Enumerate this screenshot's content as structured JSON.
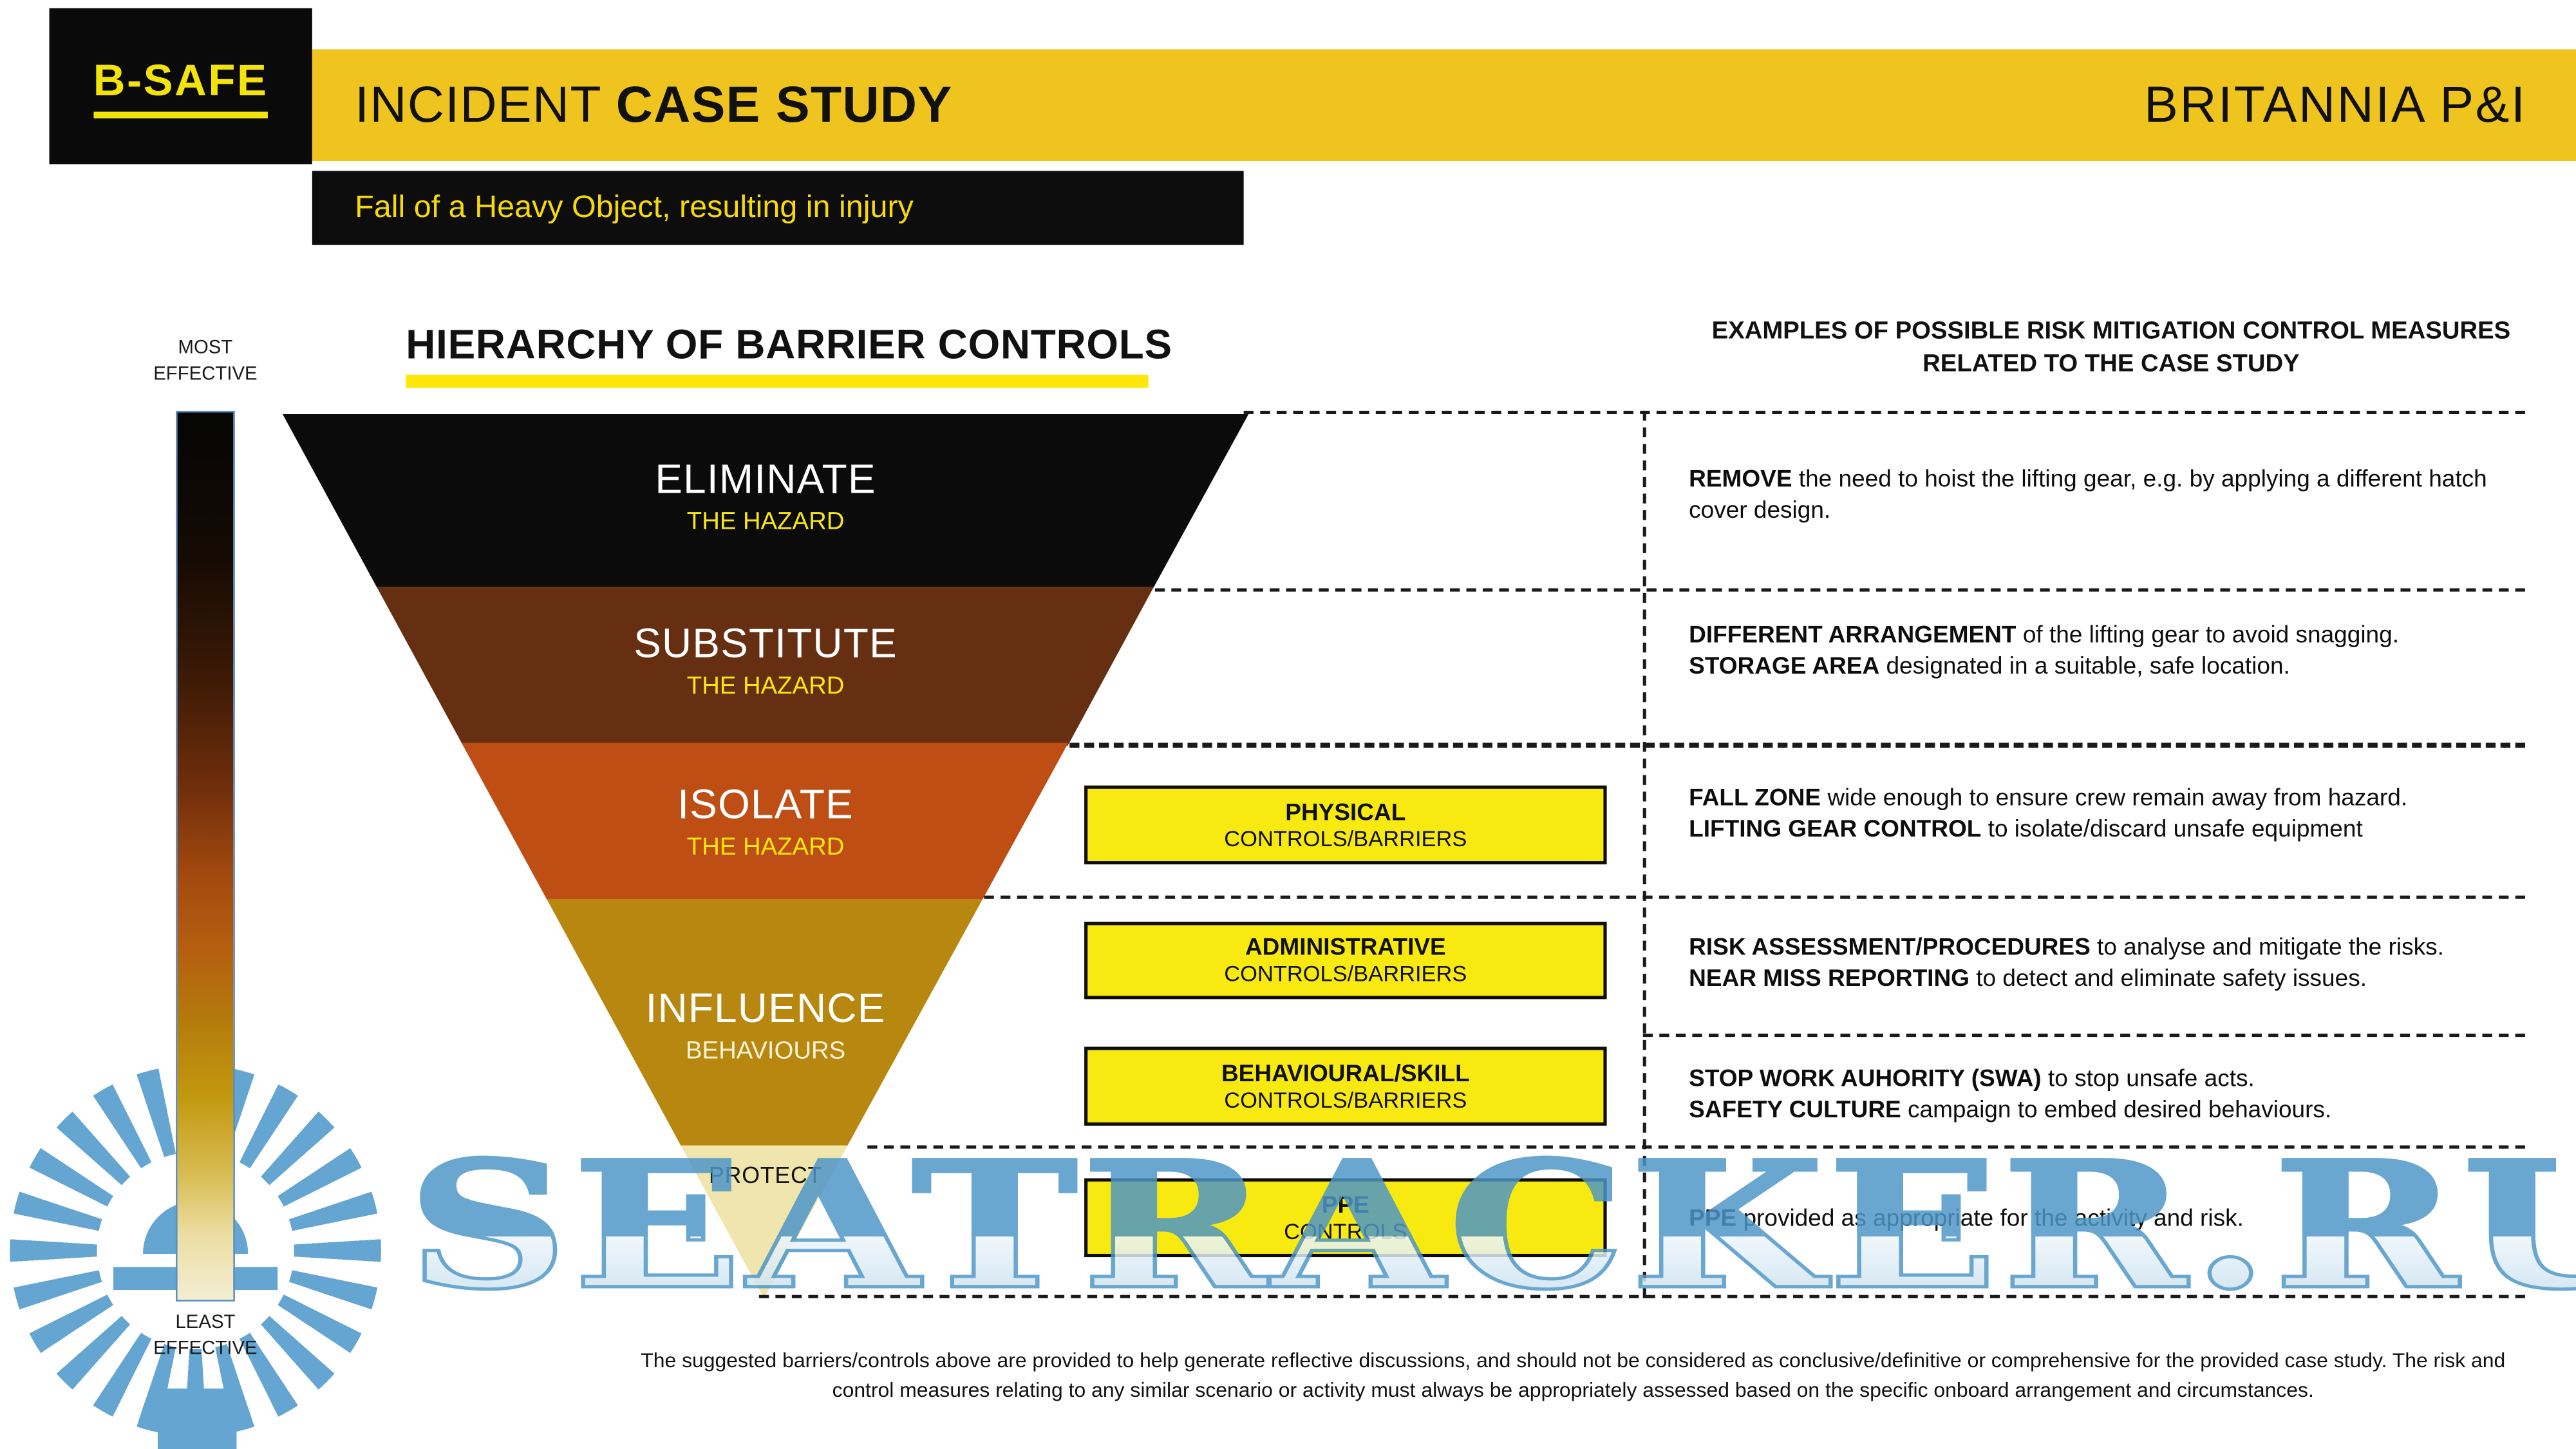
{
  "header": {
    "logo": "B-SAFE",
    "title_regular": "INCIDENT ",
    "title_bold": "CASE STUDY",
    "brand": "BRITANNIA P&I",
    "subtitle": "Fall of a Heavy Object, resulting in injury"
  },
  "scale_labels": {
    "most_line1": "MOST",
    "most_line2": "EFFECTIVE",
    "least_line1": "LEAST",
    "least_line2": "EFFECTIVE"
  },
  "pyramid": {
    "title": "HIERARCHY OF BARRIER CONTROLS",
    "levels": [
      {
        "name": "ELIMINATE",
        "sub": "THE HAZARD"
      },
      {
        "name": "SUBSTITUTE",
        "sub": "THE HAZARD"
      },
      {
        "name": "ISOLATE",
        "sub": "THE HAZARD"
      },
      {
        "name": "INFLUENCE",
        "sub": "BEHAVIOURS"
      },
      {
        "name": "PROTECT",
        "sub": ""
      }
    ]
  },
  "controls": [
    {
      "line1": "PHYSICAL",
      "line2": "CONTROLS/BARRIERS"
    },
    {
      "line1": "ADMINISTRATIVE",
      "line2": "CONTROLS/BARRIERS"
    },
    {
      "line1": "BEHAVIOURAL/SKILL",
      "line2": "CONTROLS/BARRIERS"
    },
    {
      "line1": "PPE",
      "line2": "CONTROLS"
    }
  ],
  "examples_heading": "EXAMPLES OF POSSIBLE RISK MITIGATION CONTROL MEASURES RELATED TO THE CASE STUDY",
  "examples": [
    {
      "lines": [
        {
          "bold": "REMOVE",
          "text": " the need to hoist the lifting gear, e.g. by applying a different hatch cover design."
        }
      ]
    },
    {
      "lines": [
        {
          "bold": "DIFFERENT ARRANGEMENT",
          "text": " of the lifting gear to avoid snagging."
        },
        {
          "bold": "STORAGE AREA",
          "text": " designated in a suitable, safe location."
        }
      ]
    },
    {
      "lines": [
        {
          "bold": "FALL ZONE",
          "text": " wide enough to ensure crew remain away from hazard."
        },
        {
          "bold": "LIFTING GEAR CONTROL",
          "text": " to isolate/discard unsafe equipment"
        }
      ]
    },
    {
      "lines": [
        {
          "bold": "RISK ASSESSMENT/PROCEDURES",
          "text": " to analyse and mitigate the risks."
        },
        {
          "bold": "NEAR MISS REPORTING",
          "text": " to detect and eliminate safety issues."
        }
      ]
    },
    {
      "lines": [
        {
          "bold": "STOP WORK AUHORITY (SWA)",
          "text": " to stop unsafe acts."
        },
        {
          "bold": "SAFETY CULTURE",
          "text": " campaign to embed desired behaviours."
        }
      ]
    },
    {
      "lines": [
        {
          "bold": "PPE",
          "text": " provided as appropriate for the activity and risk."
        }
      ]
    }
  ],
  "disclaimer": "The suggested barriers/controls above are provided to help generate reflective discussions, and should not be considered as conclusive/definitive or comprehensive for the provided case study. The risk and control measures relating to any similar scenario or activity must always be appropriately assessed based on the specific onboard arrangement and circumstances.",
  "watermark": "SEATRACKER.RU",
  "palette": {
    "header_yellow": "#EFC41E",
    "bright_yellow": "#F8EA11",
    "level_black": "#0B0B0B",
    "level_brown": "#662F11",
    "level_rust": "#BF4E15",
    "level_gold": "#B8870F",
    "level_cream": "#EFE5AD",
    "watermark_blue": "#64A5D2"
  }
}
